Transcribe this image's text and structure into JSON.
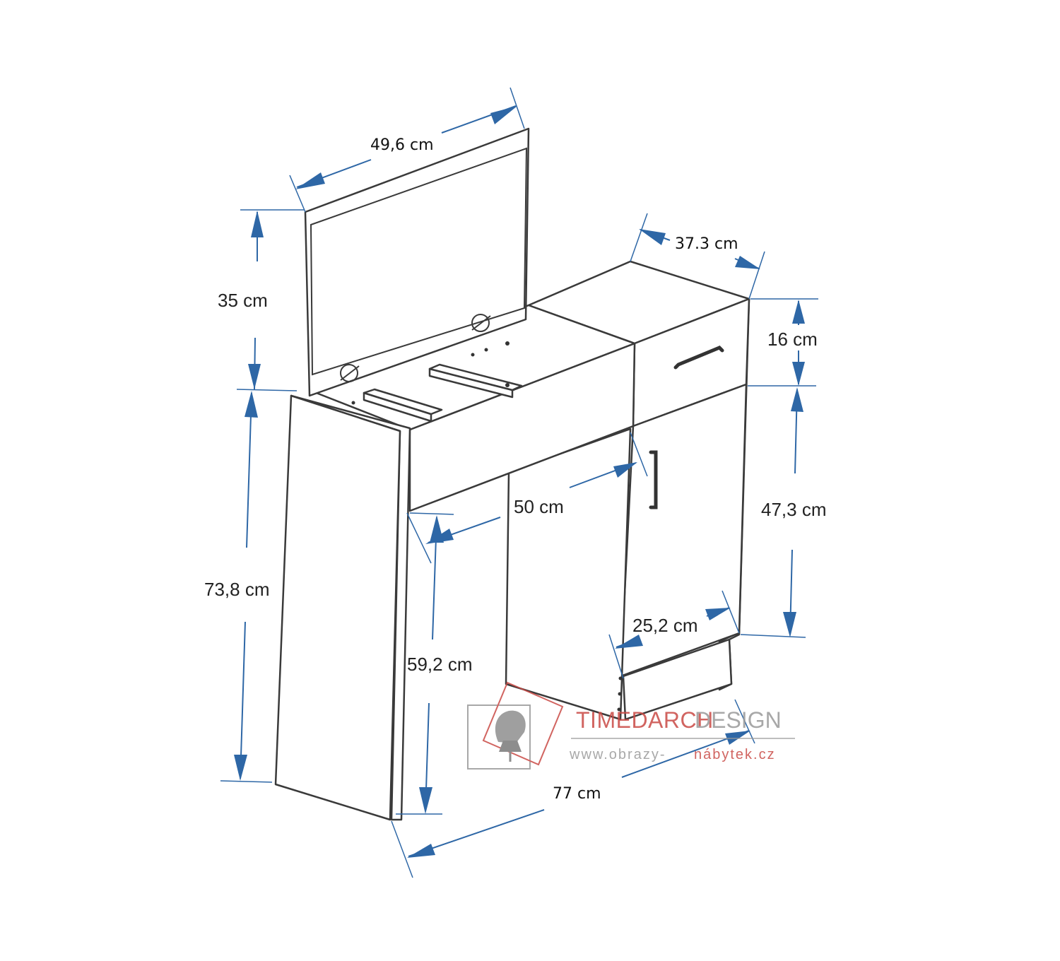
{
  "dimensions": {
    "mirror_width": "49,6 cm",
    "mirror_height": "35 cm",
    "cabinet_depth": "37.3 cm",
    "drawer_height": "16 cm",
    "total_height": "73,8 cm",
    "inner_depth": "50 cm",
    "door_height": "47,3 cm",
    "legroom_height": "59,2 cm",
    "door_width": "25,2 cm",
    "total_width": "77 cm"
  },
  "watermark": {
    "brand_part1": "TIMEDARCH",
    "brand_part2": "DESIGN",
    "url_part1": "www.obrazy-",
    "url_part2": "nábytek.cz"
  },
  "colors": {
    "dimension_lines": "#2e67a6",
    "outline": "#3a3a3a",
    "watermark_red": "#c94a45",
    "watermark_gray": "#9a9a9a"
  }
}
